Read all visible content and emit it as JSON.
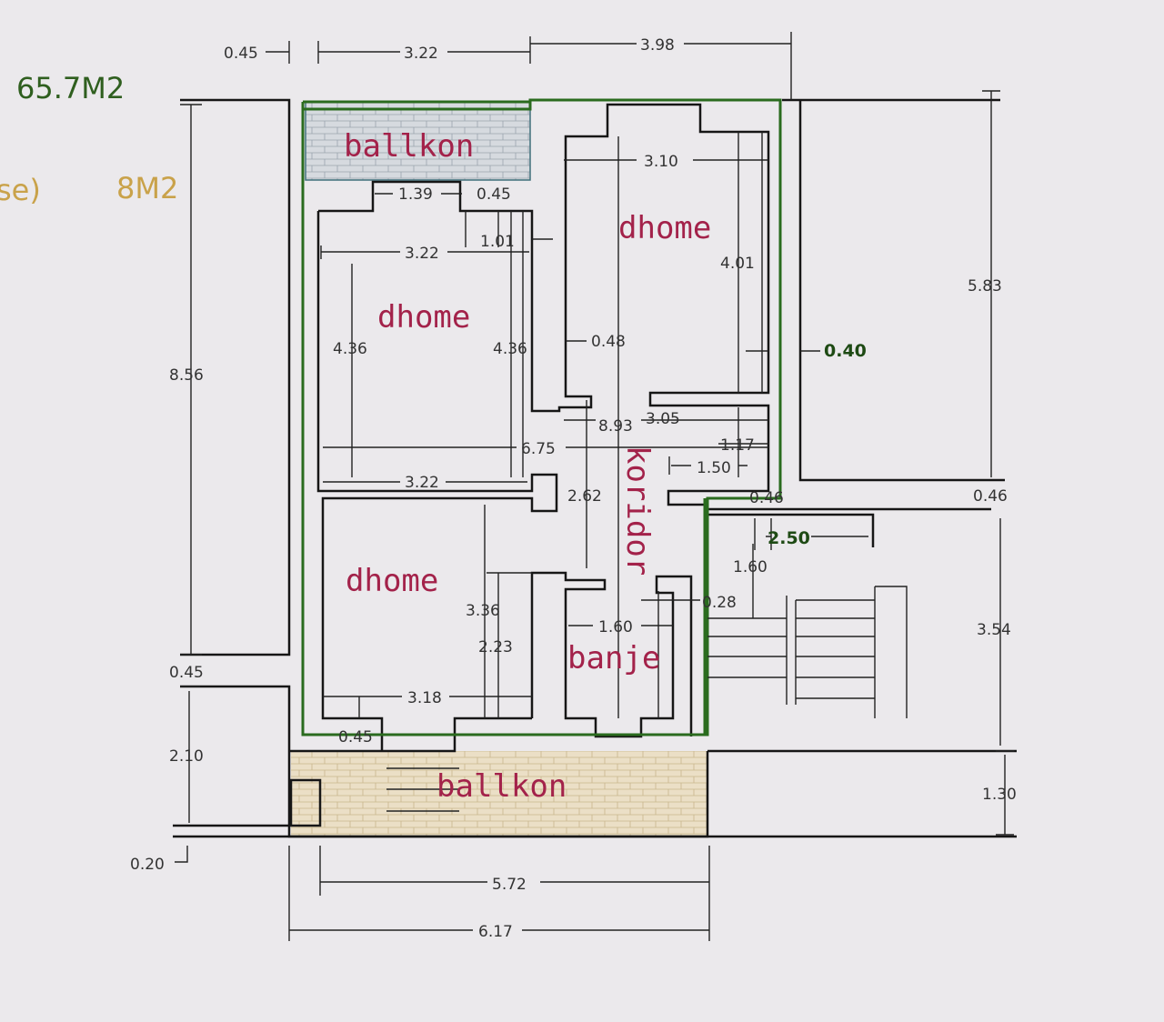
{
  "labels": {
    "total_area": "65.7M2",
    "side_note": "se)",
    "balcony_area": "8M2"
  },
  "rooms": {
    "balcony_top": "ballkon",
    "bedroom_top_left": "dhome",
    "bedroom_top_right": "dhome",
    "bedroom_bottom": "dhome",
    "corridor": "koridor",
    "bathroom": "banje",
    "balcony_bottom": "ballkon"
  },
  "dimensions": {
    "top_045": "0.45",
    "top_322": "3.22",
    "top_398": "3.98",
    "d_310": "3.10",
    "d_139": "1.39",
    "d_045_bal": "0.45",
    "d_101": "1.01",
    "d_322_a": "3.22",
    "d_401": "4.01",
    "d_583": "5.83",
    "d_856": "8.56",
    "d_436_l": "4.36",
    "d_436_r": "4.36",
    "d_048": "0.48",
    "d_040": "0.40",
    "d_893": "8.93",
    "d_305": "3.05",
    "d_675": "6.75",
    "d_117": "1.17",
    "d_150": "1.50",
    "d_322_b": "3.22",
    "d_262": "2.62",
    "d_046_a": "0.46",
    "d_046_b": "0.46",
    "d_250": "2.50",
    "d_160_a": "1.60",
    "d_336": "3.36",
    "d_028": "0.28",
    "d_160_b": "1.60",
    "d_354": "3.54",
    "d_223": "2.23",
    "d_045_l": "0.45",
    "d_318": "3.18",
    "d_045_b": "0.45",
    "d_210": "2.10",
    "d_130": "1.30",
    "d_020": "0.20",
    "d_572": "5.72",
    "d_617": "6.17"
  },
  "colors": {
    "outline_green": "#2a6b1e",
    "room_label": "#a3224a",
    "brick_top": "#d4d8dc",
    "brick_bottom": "#e8dcc4"
  }
}
